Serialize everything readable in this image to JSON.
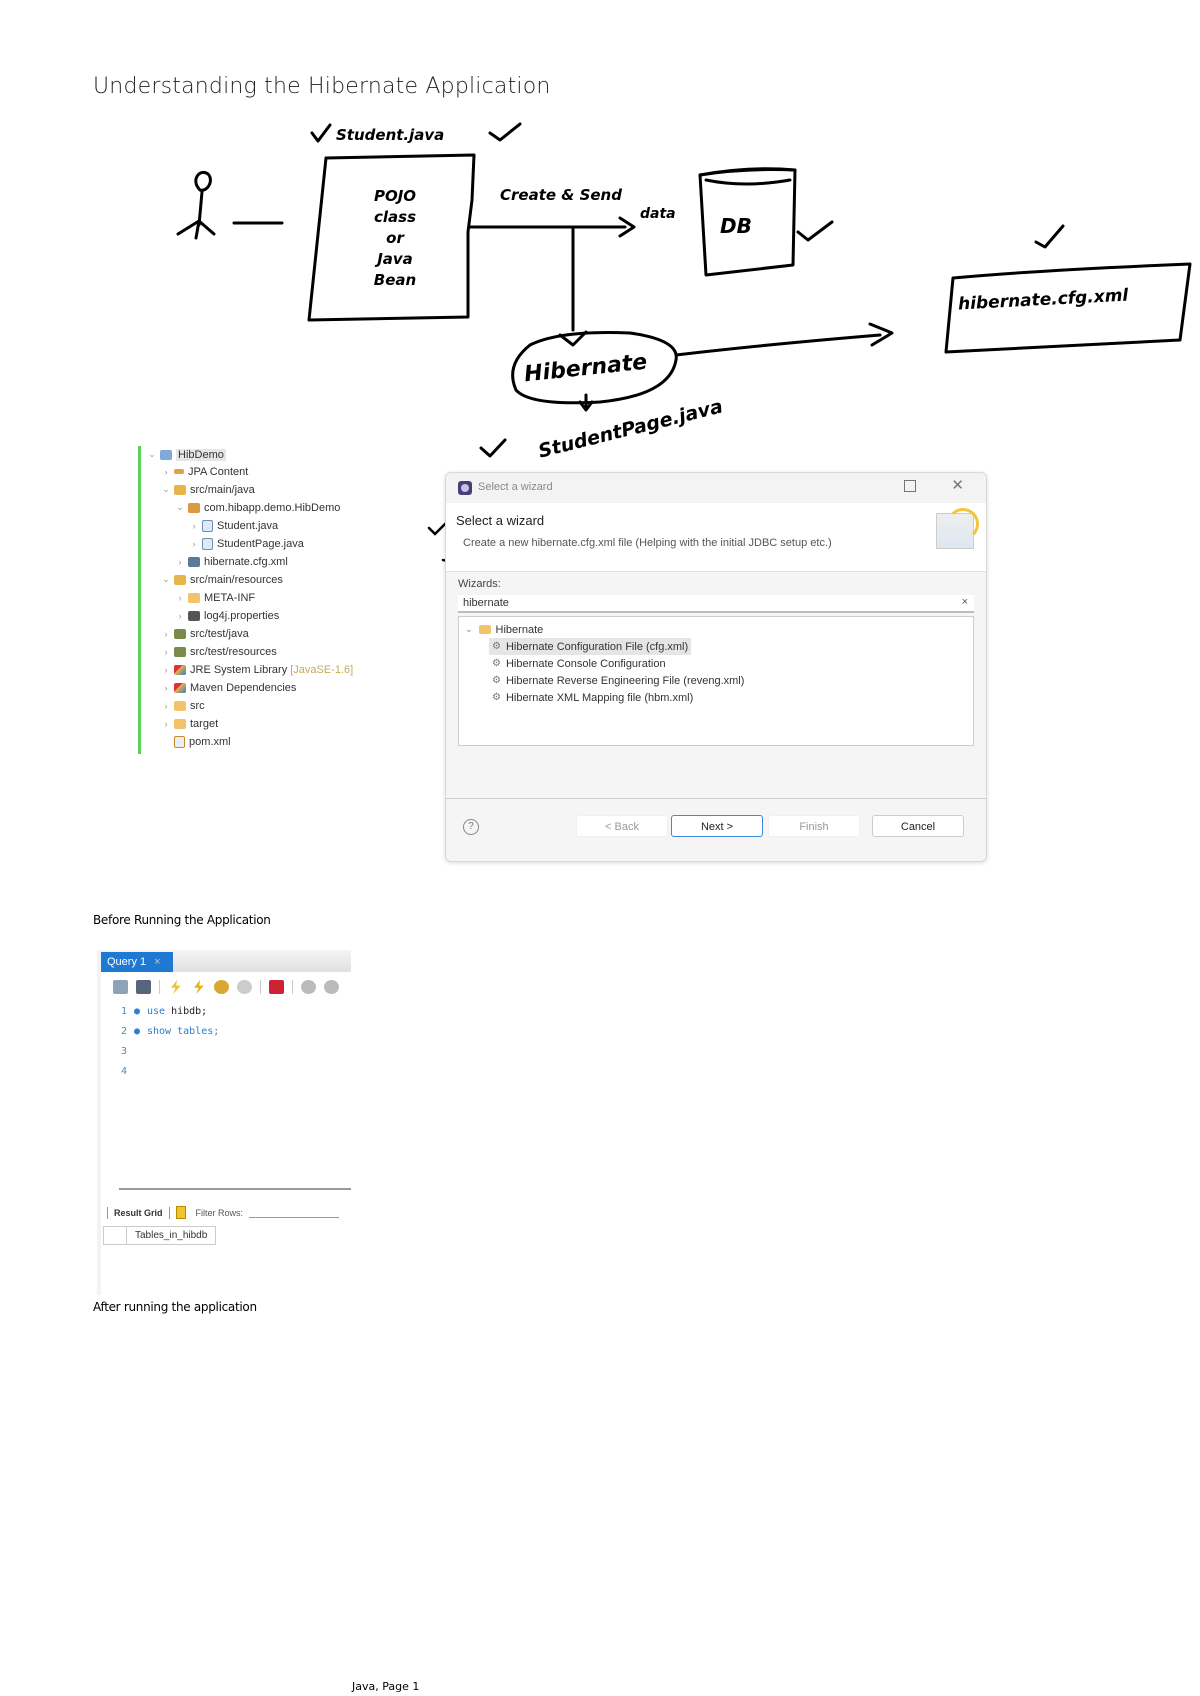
{
  "page": {
    "title": "Understanding the Hibernate Application",
    "footer": "Java, Page 1"
  },
  "diagram": {
    "nodes": {
      "actor": "user-stick-figure",
      "pojo_label_top": "Student.java",
      "pojo_box": [
        "POJO",
        "class",
        "or",
        "Java",
        "Bean"
      ],
      "arrow_label": [
        "Create & Send",
        "data"
      ],
      "db": "DB",
      "hibernate": "Hibernate",
      "config_box": "hibernate.cfg.xml",
      "main_class": "StudentPage.java"
    }
  },
  "explorer": {
    "project": "HibDemo",
    "items": [
      {
        "label": "HibDemo",
        "level": 0,
        "expanded": true,
        "icon": "project-icon"
      },
      {
        "label": "JPA Content",
        "level": 1,
        "expanded": false,
        "icon": "jpa-icon"
      },
      {
        "label": "src/main/java",
        "level": 1,
        "expanded": true,
        "icon": "source-folder-icon"
      },
      {
        "label": "com.hibapp.demo.HibDemo",
        "level": 2,
        "expanded": true,
        "icon": "package-icon"
      },
      {
        "label": "Student.java",
        "level": 3,
        "expanded": false,
        "icon": "java-file-icon"
      },
      {
        "label": "StudentPage.java",
        "level": 3,
        "expanded": false,
        "icon": "java-file-icon"
      },
      {
        "label": "hibernate.cfg.xml",
        "level": 2,
        "expanded": false,
        "icon": "hibernate-config-icon"
      },
      {
        "label": "src/main/resources",
        "level": 1,
        "expanded": true,
        "icon": "source-folder-icon"
      },
      {
        "label": "META-INF",
        "level": 2,
        "expanded": false,
        "icon": "folder-icon"
      },
      {
        "label": "log4j.properties",
        "level": 2,
        "expanded": false,
        "icon": "properties-file-icon"
      },
      {
        "label": "src/test/java",
        "level": 1,
        "expanded": false,
        "icon": "test-folder-icon"
      },
      {
        "label": "src/test/resources",
        "level": 1,
        "expanded": false,
        "icon": "test-folder-icon"
      },
      {
        "label": "JRE System Library",
        "suffix": "[JavaSE-1.6]",
        "level": 1,
        "expanded": false,
        "icon": "library-icon"
      },
      {
        "label": "Maven Dependencies",
        "level": 1,
        "expanded": false,
        "icon": "library-icon"
      },
      {
        "label": "src",
        "level": 1,
        "expanded": false,
        "icon": "folder-icon"
      },
      {
        "label": "target",
        "level": 1,
        "expanded": false,
        "icon": "folder-icon"
      },
      {
        "label": "pom.xml",
        "level": 1,
        "expanded": null,
        "icon": "xml-file-icon"
      }
    ]
  },
  "wizard": {
    "window_title": "Select a wizard",
    "header_title": "Select a wizard",
    "header_desc": "Create a new hibernate.cfg.xml file (Helping with the initial JDBC setup etc.)",
    "wizards_label": "Wizards:",
    "filter_value": "hibernate",
    "clear_icon": "×",
    "category": "Hibernate",
    "items": [
      "Hibernate Configuration File (cfg.xml)",
      "Hibernate Console Configuration",
      "Hibernate Reverse Engineering File (reveng.xml)",
      "Hibernate XML Mapping file (hbm.xml)"
    ],
    "selected_index": 0,
    "buttons": {
      "help": "?",
      "back": "< Back",
      "next": "Next >",
      "finish": "Finish",
      "cancel": "Cancel"
    },
    "colors": {
      "accent": "#3c8ad8"
    }
  },
  "before_section": {
    "label": "Before Running the Application"
  },
  "mysql": {
    "tab_label": "Query 1",
    "tab_close": "×",
    "lines": [
      {
        "num": "1",
        "bullet": "●",
        "kw": "use",
        "rest": " hibdb;"
      },
      {
        "num": "2",
        "bullet": "●",
        "kw": "show",
        "rest": " tables;"
      },
      {
        "num": "3",
        "bullet": "",
        "kw": "",
        "rest": ""
      },
      {
        "num": "4",
        "bullet": "",
        "kw": "",
        "rest": ""
      }
    ],
    "result_grid_label": "Result Grid",
    "filter_rows_label": "Filter Rows:",
    "column_header": "Tables_in_hibdb",
    "colors": {
      "tab": "#1f78d1",
      "keyword": "#2c7fc9"
    }
  },
  "after_section": {
    "label": "After running the application"
  }
}
